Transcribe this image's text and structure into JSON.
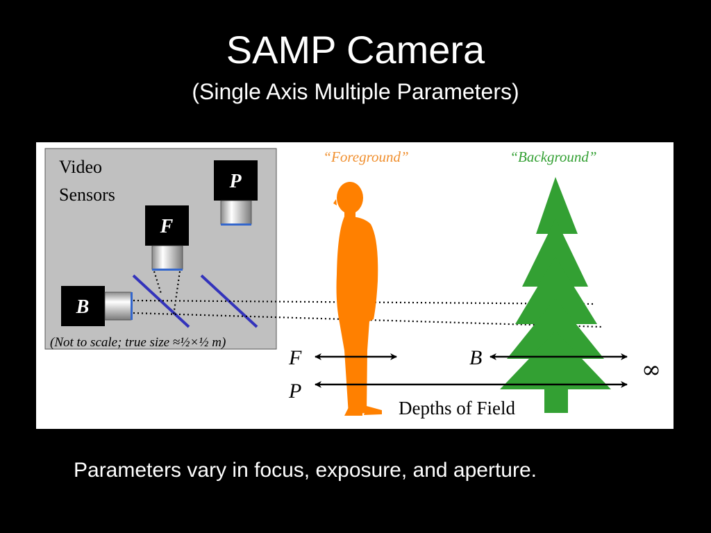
{
  "slide": {
    "title": "SAMP Camera",
    "subtitle": "(Single Axis Multiple Parameters)",
    "caption": "Parameters vary in focus, exposure, and aperture."
  },
  "diagram": {
    "sensor_box": {
      "label_line1": "Video",
      "label_line2": "Sensors",
      "note": "(Not to scale; true size ≈½×½ m)"
    },
    "cameras": {
      "p": "P",
      "f": "F",
      "b": "B"
    },
    "foreground_label": "“Foreground”",
    "background_label": "“Background”",
    "depth_rows": {
      "f": "F",
      "p": "P",
      "b": "B",
      "infinity": "∞"
    },
    "depths_of_field_label": "Depths of Field"
  },
  "colors": {
    "background": "#000000",
    "text": "#ffffff",
    "sensor_box_fill": "#c0c0c0",
    "mirror": "#3333bb",
    "foreground": "#ff8000",
    "background_object": "#33a033",
    "foreground_label": "#f09030",
    "background_label": "#33a033"
  },
  "icons": [
    "person-silhouette",
    "pine-tree",
    "camera-icon",
    "beam-splitter-mirror"
  ]
}
